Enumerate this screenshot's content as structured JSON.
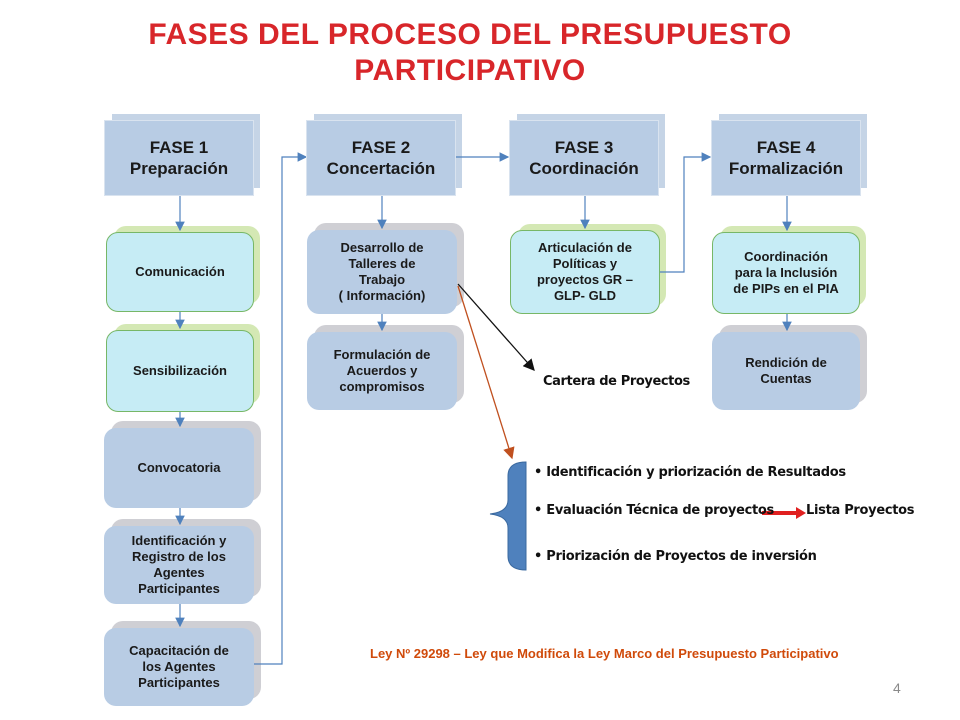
{
  "title": {
    "line1": "FASES DEL PROCESO DEL PRESUPUESTO",
    "line2": "PARTICIPATIVO"
  },
  "phases": [
    {
      "line1": "FASE 1",
      "line2": "Preparación"
    },
    {
      "line1": "FASE 2",
      "line2": "Concertación"
    },
    {
      "line1": "FASE 3",
      "line2": "Coordinación"
    },
    {
      "line1": "FASE 4",
      "line2": "Formalización"
    }
  ],
  "phase1_steps": {
    "comunicacion": "Comunicación",
    "sensibilizacion": "Sensibilización",
    "convocatoria": "Convocatoria",
    "identificacion": [
      "Identificación y",
      "Registro de los",
      "Agentes",
      "Participantes"
    ],
    "capacitacion": [
      "Capacitación de",
      "los Agentes",
      "Participantes"
    ]
  },
  "phase2_steps": {
    "desarrollo": [
      "Desarrollo de",
      "Talleres de",
      "Trabajo",
      "( Información)"
    ],
    "formulacion": [
      "Formulación de",
      "Acuerdos y",
      "compromisos"
    ]
  },
  "phase3_steps": {
    "articulacion": [
      "Articulación de",
      "Políticas y",
      "proyectos GR –",
      "GLP- GLD"
    ]
  },
  "phase4_steps": {
    "coordinacion": [
      "Coordinación",
      "para la Inclusión",
      "de PIPs en el PIA"
    ],
    "rendicion": [
      "Rendición de",
      "Cuentas"
    ]
  },
  "cartera": "Cartera de Proyectos",
  "results_list": [
    "Identificación y priorización de Resultados",
    "Evaluación Técnica de proyectos",
    "Priorización de Proyectos de inversión"
  ],
  "lista_proyectos": "Lista Proyectos",
  "law": "Ley Nº 29298 – Ley que Modifica la Ley Marco del Presupuesto Participativo",
  "page_number": "4",
  "colors": {
    "title": "#d8262a",
    "phase_box": "#b8cce4",
    "step_green_border": "#77b767",
    "step_fill": "#c6ecf5",
    "connector": "#4f81bd",
    "accent_arrow": "#e02020",
    "brace": "#4f81bd"
  }
}
